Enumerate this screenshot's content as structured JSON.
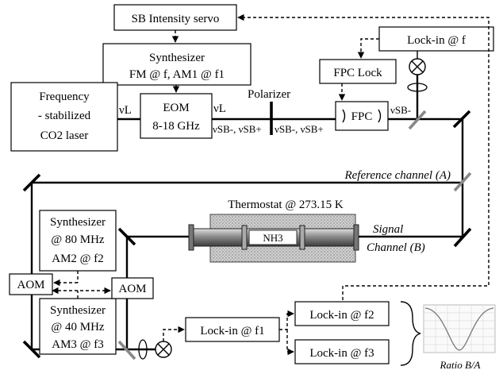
{
  "boxes": {
    "sb_servo": "SB Intensity servo",
    "synth_top_1": "Synthesizer",
    "synth_top_2": "FM @ f, AM1 @ f1",
    "laser_1": "Frequency",
    "laser_2": "- stabilized",
    "laser_3": "CO2 laser",
    "eom_1": "EOM",
    "eom_2": "8-18 GHz",
    "fpc_lock": "FPC Lock",
    "fpc": "FPC",
    "lockin_f": "Lock-in @ f",
    "synth80_1": "Synthesizer",
    "synth80_2": "@ 80 MHz",
    "synth80_3": "AM2 @ f2",
    "synth40_1": "Synthesizer",
    "synth40_2": "@ 40 MHz",
    "synth40_3": "AM3 @ f3",
    "aom_left": "AOM",
    "aom_right": "AOM",
    "lockin_f1": "Lock-in @ f1",
    "lockin_f2": "Lock-in @ f2",
    "lockin_f3": "Lock-in @ f3"
  },
  "labels": {
    "nu_l_left": "νL",
    "nu_l_right": "νL",
    "nu_sb_pair_1": "νSB-, νSB+",
    "nu_sb_pair_2": "νSB-, νSB+",
    "nu_sb_minus": "νSB-",
    "polarizer": "Polarizer",
    "thermostat": "Thermostat @ 273.15 K",
    "nh3": "NH3",
    "reference_channel": "Reference channel (A)",
    "signal_1": "Signal",
    "signal_2": "Channel (B)",
    "ratio": "Ratio B/A"
  },
  "icons": [
    "detector-icon",
    "lens-icon",
    "mirror-icon",
    "beamsplitter-icon",
    "ratio-plot-icon"
  ]
}
